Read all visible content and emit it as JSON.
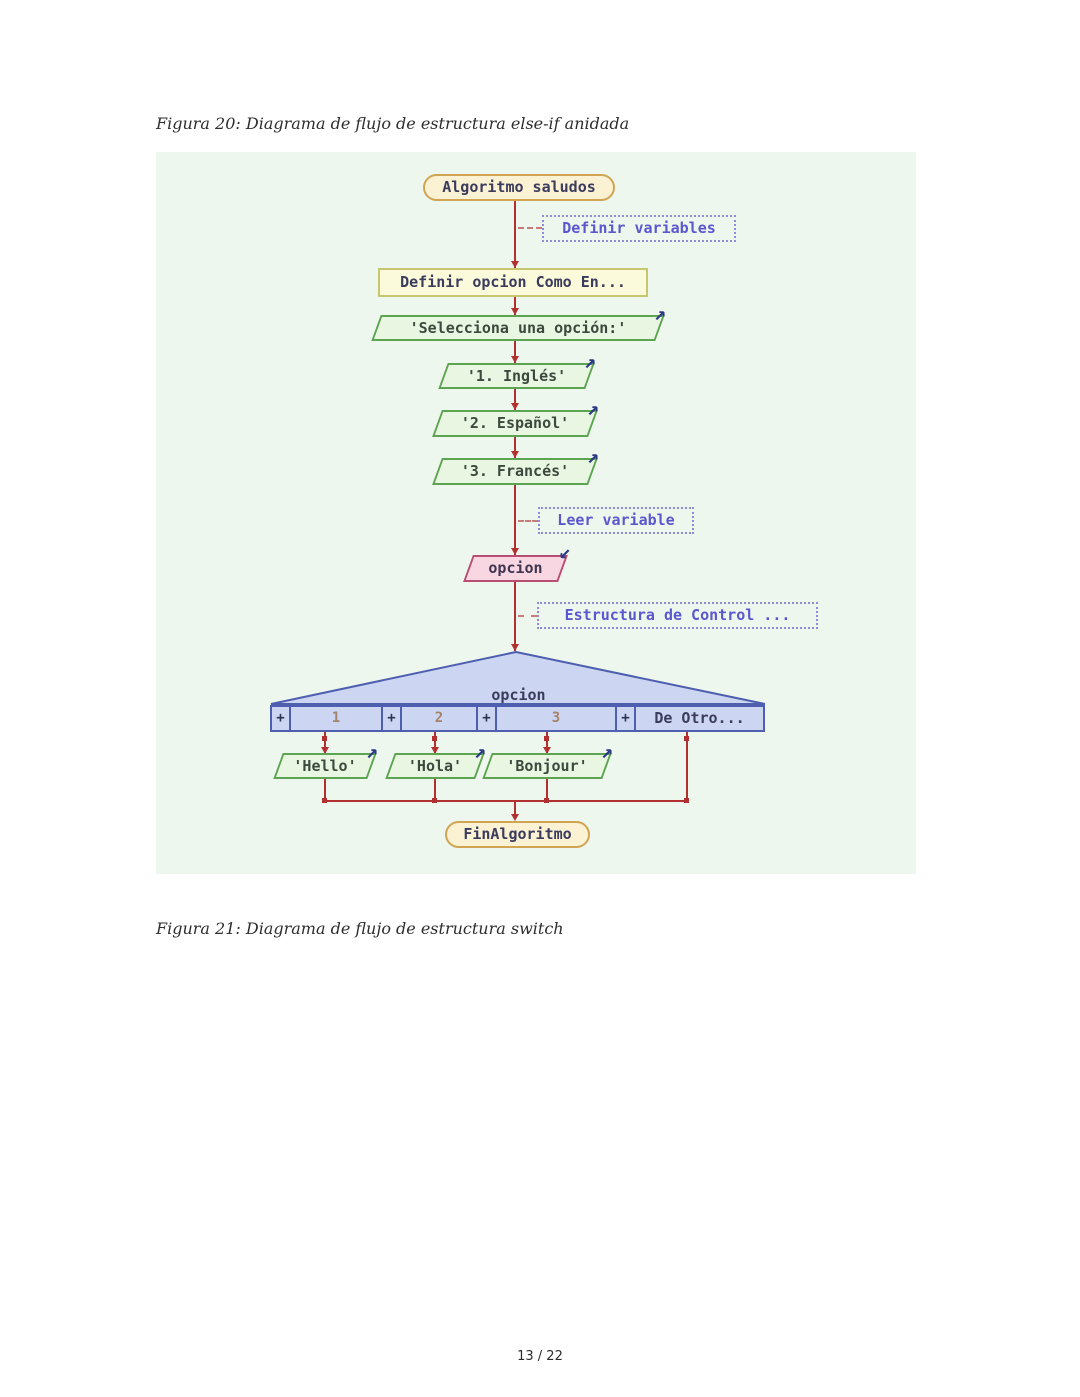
{
  "document": {
    "captions": {
      "figure20": "Figura 20: Diagrama de flujo de estructura else-if anidada",
      "figure21": "Figura 21: Diagrama de flujo de estructura switch"
    },
    "footer": {
      "page_indicator": "13 / 22"
    }
  },
  "flowchart": {
    "start_node": "Algoritmo saludos",
    "comment_definir_variables": "Definir variables",
    "define_node": "Definir opcion Como En...",
    "output_select": "'Selecciona una opción:'",
    "output_option1": "'1. Inglés'",
    "output_option2": "'2. Español'",
    "output_option3": "'3. Francés'",
    "comment_leer_variable": "Leer variable",
    "read_node": "opcion",
    "comment_estructura": "Estructura de Control ...",
    "switch": {
      "selector_label": "opcion",
      "plus": "+",
      "cases": [
        "1",
        "2",
        "3",
        "De Otro..."
      ]
    },
    "output_hello": "'Hello'",
    "output_hola": "'Hola'",
    "output_bonjour": "'Bonjour'",
    "end_node": "FinAlgoritmo"
  },
  "icons": {
    "output_arrow": "↗",
    "input_arrow": "↙"
  },
  "colors": {
    "flow_line": "#b23030",
    "comment": "#5b57cf",
    "start_end_fill": "#faf2d2",
    "start_end_border": "#d0a452",
    "process_fill": "#fbfadb",
    "process_border": "#c6c66e",
    "io_fill": "#e9f6e2",
    "io_border": "#5da452",
    "read_fill": "#f8d6e2",
    "read_border": "#b84f72",
    "switch_fill": "#ccd6f2",
    "switch_border": "#4f5fb0",
    "case_number": "#a5826a",
    "canvas_bg": "#edf7ed"
  }
}
